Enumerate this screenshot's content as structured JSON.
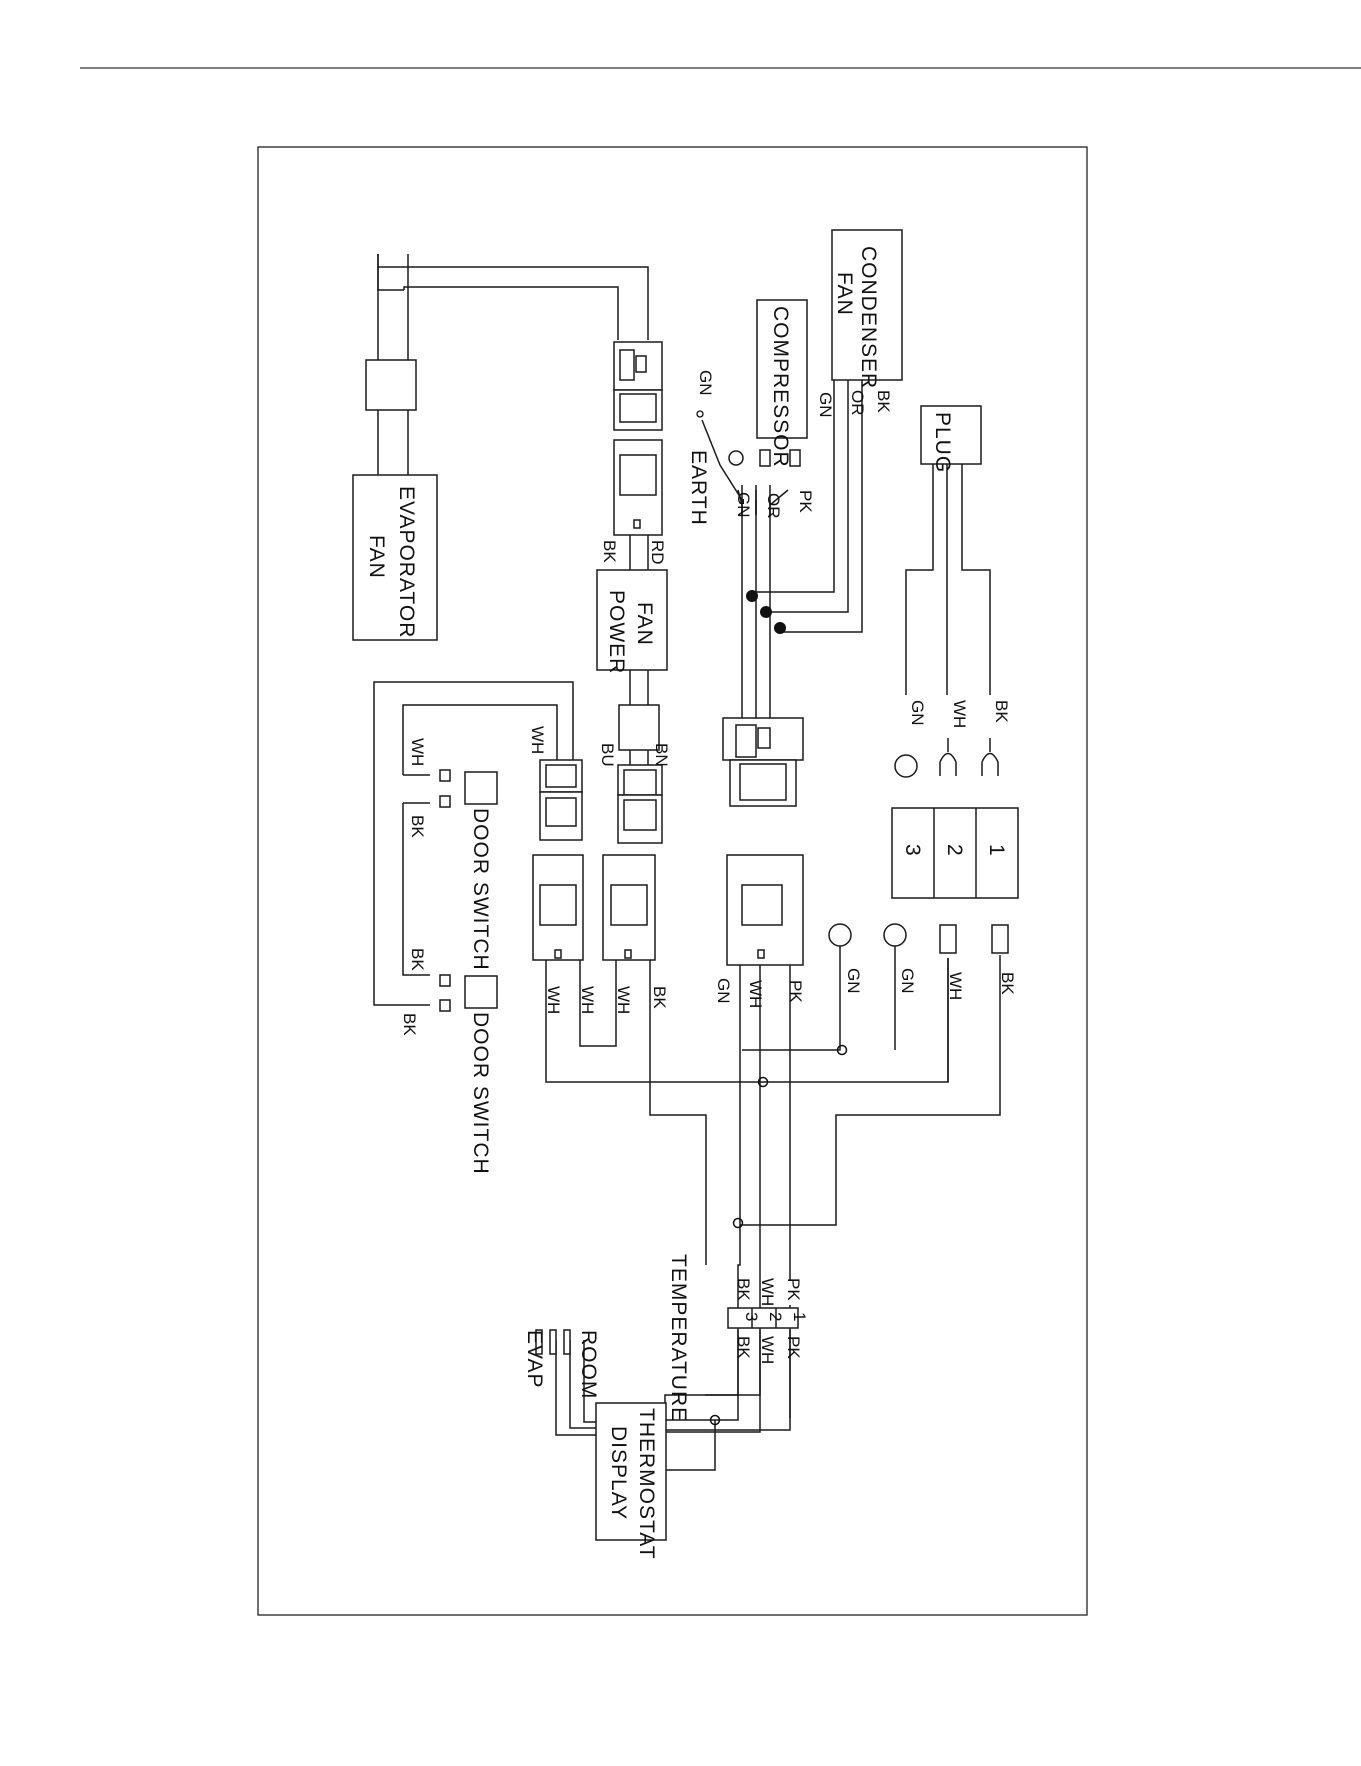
{
  "components": {
    "condenser_fan": [
      "CONDENSER",
      "FAN"
    ],
    "compressor": "COMPRESSOR",
    "evaporator_fan": [
      "EVAPORATOR",
      "FAN"
    ],
    "fan_power": [
      "FAN",
      "POWER"
    ],
    "plug": "PLUG",
    "door_switch_1": "DOOR SWITCH",
    "door_switch_2": "DOOR SWITCH",
    "thermostat_display": [
      "THERMOSTAT",
      "DISPLAY"
    ],
    "temperature": "TEMPERATURE",
    "room": "ROOM",
    "evap": "EVAP",
    "earth": "EARTH"
  },
  "terminal_block": [
    "1",
    "2",
    "3"
  ],
  "thermo_pins": [
    "1",
    "2",
    "3"
  ],
  "wire_labels": {
    "condenser_gn": "GN",
    "condenser_or": "OR",
    "condenser_bk": "BK",
    "earth_gn": "GN",
    "comp_gn": "GN",
    "comp_or": "OR",
    "comp_pk": "PK",
    "fan_rd": "RD",
    "fan_bk": "BK",
    "fan_bn": "BN",
    "fan_bu": "BU",
    "plug_gn": "GN",
    "plug_wh": "WH",
    "plug_bk": "BK",
    "ds_wh_top": "WH",
    "ds_wh_conn": "WH",
    "ds_bk_1": "BK",
    "ds_bk_2": "BK",
    "ds_bk_3": "BK",
    "c1_wh": "WH",
    "c2_wh": "WH",
    "c2_wh_b": "WH",
    "c2_bk": "BK",
    "c3_gn": "GN",
    "c3_wh": "WH",
    "c3_pk": "PK",
    "ring1_gn": "GN",
    "ring2_gn": "GN",
    "fl_wh": "WH",
    "fl_bk": "BK",
    "tb_pk_in": "PK",
    "tb_wh_in": "WH",
    "tb_bk_in": "BK",
    "tb_pk_out": "PK",
    "tb_wh_out": "WH",
    "tb_bk_out": "BK"
  }
}
